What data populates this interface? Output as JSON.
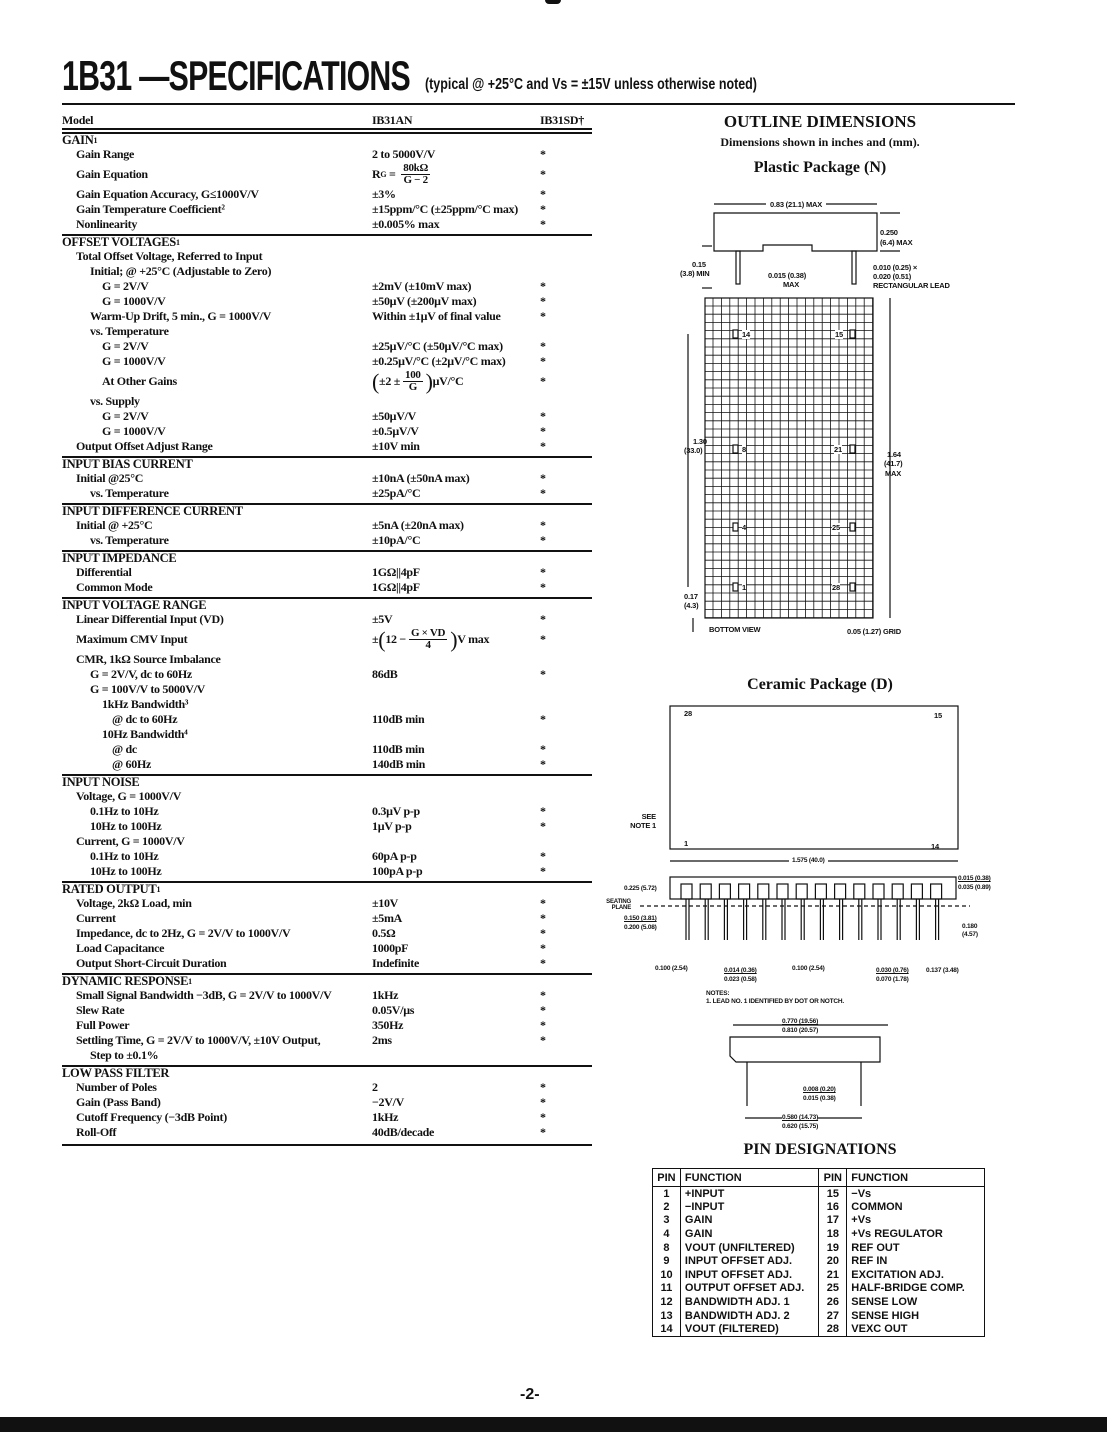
{
  "header": {
    "title": "1B31 —SPECIFICATIONS",
    "subtitle": "(typical @ +25°C and Vs = ±15V unless otherwise noted)"
  },
  "spec_table": {
    "columns": [
      "Model",
      "IB31AN",
      "IB31SD†"
    ],
    "sections": [
      {
        "title": "GAIN",
        "sup": "1",
        "rows": [
          {
            "i": 1,
            "label": "Gain Range",
            "value": "2 to 5000V/V",
            "sd": "*"
          },
          {
            "i": 1,
            "label": "Gain Equation",
            "eq": {
              "pre": "R",
              "sub": "G",
              "mid": " = ",
              "num": "80kΩ",
              "den": "G − 2",
              "post": ""
            },
            "sd": "*"
          },
          {
            "i": 1,
            "label": "Gain Equation Accuracy, G≤1000V/V",
            "value": "±3%",
            "sd": "*"
          },
          {
            "i": 1,
            "label": "Gain Temperature Coefficient²",
            "value": "±15ppm/°C (±25ppm/°C max)",
            "sd": "*"
          },
          {
            "i": 1,
            "label": "Nonlinearity",
            "value": "±0.005% max",
            "sd": "*"
          }
        ]
      },
      {
        "title": "OFFSET VOLTAGES",
        "sup": "1",
        "rows": [
          {
            "i": 1,
            "label": "Total Offset Voltage, Referred to Input"
          },
          {
            "i": 2,
            "label": "Initial; @ +25°C (Adjustable to Zero)"
          },
          {
            "i": 3,
            "label": "G = 2V/V",
            "value": "±2mV (±10mV max)",
            "sd": "*"
          },
          {
            "i": 3,
            "label": "G = 1000V/V",
            "value": "±50μV (±200μV max)",
            "sd": "*"
          },
          {
            "i": 2,
            "label": "Warm-Up Drift, 5 min., G = 1000V/V",
            "value": "Within ±1μV of final value",
            "sd": "*"
          },
          {
            "i": 2,
            "label": "vs. Temperature"
          },
          {
            "i": 3,
            "label": "G = 2V/V",
            "value": "±25μV/°C (±50μV/°C max)",
            "sd": "*"
          },
          {
            "i": 3,
            "label": "G = 1000V/V",
            "value": "±0.25μV/°C (±2μV/°C max)",
            "sd": "*"
          },
          {
            "i": 3,
            "label": "At Other Gains",
            "eq": {
              "paren": true,
              "pre": "±2 ±",
              "num": "100",
              "den": "G",
              "post": "μV/°C"
            },
            "sd": "*"
          },
          {
            "i": 2,
            "label": "vs. Supply"
          },
          {
            "i": 3,
            "label": "G = 2V/V",
            "value": "±50μV/V",
            "sd": "*"
          },
          {
            "i": 3,
            "label": "G = 1000V/V",
            "value": "±0.5μV/V",
            "sd": "*"
          },
          {
            "i": 1,
            "label": "Output Offset Adjust Range",
            "value": "±10V min",
            "sd": "*"
          }
        ]
      },
      {
        "title": "INPUT BIAS CURRENT",
        "rows": [
          {
            "i": 1,
            "label": "Initial @25°C",
            "value": "±10nA (±50nA max)",
            "sd": "*"
          },
          {
            "i": 2,
            "label": "vs. Temperature",
            "value": "±25pA/°C",
            "sd": "*"
          }
        ]
      },
      {
        "title": "INPUT DIFFERENCE CURRENT",
        "rows": [
          {
            "i": 1,
            "label": "Initial @ +25°C",
            "value": "±5nA (±20nA max)",
            "sd": "*"
          },
          {
            "i": 2,
            "label": "vs. Temperature",
            "value": "±10pA/°C",
            "sd": "*"
          }
        ]
      },
      {
        "title": "INPUT IMPEDANCE",
        "rows": [
          {
            "i": 1,
            "label": "Differential",
            "value": "1GΩ||4pF",
            "sd": "*"
          },
          {
            "i": 1,
            "label": "Common Mode",
            "value": "1GΩ||4pF",
            "sd": "*"
          }
        ]
      },
      {
        "title": "INPUT VOLTAGE RANGE",
        "rows": [
          {
            "i": 1,
            "label": "Linear Differential Input (VD)",
            "value": "±5V",
            "sd": "*"
          },
          {
            "i": 1,
            "label": "Maximum CMV Input",
            "eq": {
              "paren": true,
              "outer": "±",
              "pre": "12 −",
              "num": "G × VD",
              "den": "4",
              "post": "V max"
            },
            "sd": "*"
          },
          {
            "i": 1,
            "label": "CMR, 1kΩ Source Imbalance"
          },
          {
            "i": 2,
            "label": "G = 2V/V, dc to 60Hz",
            "value": "86dB",
            "sd": "*"
          },
          {
            "i": 2,
            "label": "G = 100V/V to 5000V/V"
          },
          {
            "i": 3,
            "label": "1kHz Bandwidth³"
          },
          {
            "i": 4,
            "label": "@ dc to 60Hz",
            "value": "110dB min",
            "sd": "*"
          },
          {
            "i": 3,
            "label": "10Hz Bandwidth⁴"
          },
          {
            "i": 4,
            "label": "@ dc",
            "value": "110dB min",
            "sd": "*"
          },
          {
            "i": 4,
            "label": "@ 60Hz",
            "value": "140dB min",
            "sd": "*"
          }
        ]
      },
      {
        "title": "INPUT NOISE",
        "rows": [
          {
            "i": 1,
            "label": "Voltage, G = 1000V/V"
          },
          {
            "i": 2,
            "label": "0.1Hz to 10Hz",
            "value": "0.3μV p-p",
            "sd": "*"
          },
          {
            "i": 2,
            "label": "10Hz to 100Hz",
            "value": "1μV p-p",
            "sd": "*"
          },
          {
            "i": 1,
            "label": "Current, G = 1000V/V"
          },
          {
            "i": 2,
            "label": "0.1Hz to 10Hz",
            "value": "60pA p-p",
            "sd": "*"
          },
          {
            "i": 2,
            "label": "10Hz to 100Hz",
            "value": "100pA p-p",
            "sd": "*"
          }
        ]
      },
      {
        "title": "RATED OUTPUT",
        "sup": "1",
        "rows": [
          {
            "i": 1,
            "label": "Voltage, 2kΩ Load, min",
            "value": "±10V",
            "sd": "*"
          },
          {
            "i": 1,
            "label": "Current",
            "value": "±5mA",
            "sd": "*"
          },
          {
            "i": 1,
            "label": "Impedance, dc to 2Hz, G = 2V/V to 1000V/V",
            "value": "0.5Ω",
            "sd": "*"
          },
          {
            "i": 1,
            "label": "Load Capacitance",
            "value": "1000pF",
            "sd": "*"
          },
          {
            "i": 1,
            "label": "Output Short-Circuit Duration",
            "value": "Indefinite",
            "sd": "*"
          }
        ]
      },
      {
        "title": "DYNAMIC RESPONSE",
        "sup": "1",
        "rows": [
          {
            "i": 1,
            "label": "Small Signal Bandwidth −3dB, G = 2V/V to 1000V/V",
            "value": "1kHz",
            "sd": "*"
          },
          {
            "i": 1,
            "label": "Slew Rate",
            "value": "0.05V/μs",
            "sd": "*"
          },
          {
            "i": 1,
            "label": "Full Power",
            "value": "350Hz",
            "sd": "*"
          },
          {
            "i": 1,
            "label": "Settling Time, G = 2V/V to 1000V/V, ±10V Output,",
            "value": "2ms",
            "sd": "*"
          },
          {
            "i": 2,
            "label": "Step to ±0.1%"
          }
        ]
      },
      {
        "title": "LOW PASS FILTER",
        "rows": [
          {
            "i": 1,
            "label": "Number of Poles",
            "value": "2",
            "sd": "*"
          },
          {
            "i": 1,
            "label": "Gain (Pass Band)",
            "value": "−2V/V",
            "sd": "*"
          },
          {
            "i": 1,
            "label": "Cutoff Frequency (−3dB Point)",
            "value": "1kHz",
            "sd": "*"
          },
          {
            "i": 1,
            "label": "Roll-Off",
            "value": "40dB/decade",
            "sd": "*"
          }
        ]
      }
    ]
  },
  "outline": {
    "title": "OUTLINE DIMENSIONS",
    "note": "Dimensions shown in inches and (mm).",
    "plastic": {
      "title": "Plastic Package (N)",
      "dims": [
        "0.83 (21.1) MAX",
        "0.250",
        "(6.4) MAX",
        "0.15",
        "(3.8) MIN",
        "0.015 (0.38)",
        "MAX",
        "0.010 (0.25) ×",
        "0.020 (0.51)",
        "RECTANGULAR LEAD",
        "1.30",
        "(33.0)",
        "1.64",
        "(41.7)",
        "MAX",
        "0.17",
        "(4.3)",
        "BOTTOM VIEW",
        "0.05 (1.27) GRID"
      ],
      "pins": [
        "14",
        "15",
        "8",
        "21",
        "4",
        "25",
        "1",
        "28"
      ]
    },
    "ceramic": {
      "title": "Ceramic Package (D)",
      "pins": [
        "28",
        "15",
        "1",
        "14"
      ],
      "see_note": "SEE NOTE 1",
      "dims": [
        "1.575 (40.0)",
        "0.015 (0.38)",
        "0.035 (0.89)",
        "0.225 (5.72)",
        "SEATING PLANE",
        "0.150 (3.81)",
        "0.200 (5.08)",
        "0.180",
        "(4.57)",
        "0.100 (2.54)",
        "0.014 (0.36)",
        "0.023 (0.58)",
        "0.100 (2.54)",
        "0.030 (0.76)",
        "0.070 (1.78)",
        "0.137 (3.48)",
        "0.770 (19.56)",
        "0.810 (20.57)",
        "0.008 (0.20)",
        "0.015 (0.38)",
        "0.580 (14.73)",
        "0.620 (15.75)"
      ],
      "notes_title": "NOTES:",
      "note1": "1. LEAD NO. 1 IDENTIFIED BY DOT OR NOTCH."
    }
  },
  "pins": {
    "title": "PIN DESIGNATIONS",
    "headers": [
      "PIN",
      "FUNCTION",
      "PIN",
      "FUNCTION"
    ],
    "rows": [
      [
        "1",
        "+INPUT",
        "15",
        "−Vs"
      ],
      [
        "2",
        "−INPUT",
        "16",
        "COMMON"
      ],
      [
        "3",
        "GAIN",
        "17",
        "+Vs"
      ],
      [
        "4",
        "GAIN",
        "18",
        "+Vs REGULATOR"
      ],
      [
        "8",
        "VOUT (UNFILTERED)",
        "19",
        "REF OUT"
      ],
      [
        "9",
        "INPUT OFFSET ADJ.",
        "20",
        "REF IN"
      ],
      [
        "10",
        "INPUT OFFSET ADJ.",
        "21",
        "EXCITATION ADJ."
      ],
      [
        "11",
        "OUTPUT OFFSET ADJ.",
        "25",
        "HALF-BRIDGE COMP."
      ],
      [
        "12",
        "BANDWIDTH ADJ. 1",
        "26",
        "SENSE LOW"
      ],
      [
        "13",
        "BANDWIDTH ADJ. 2",
        "27",
        "SENSE HIGH"
      ],
      [
        "14",
        "VOUT (FILTERED)",
        "28",
        "VEXC OUT"
      ]
    ]
  },
  "footer": {
    "page": "-2-"
  }
}
